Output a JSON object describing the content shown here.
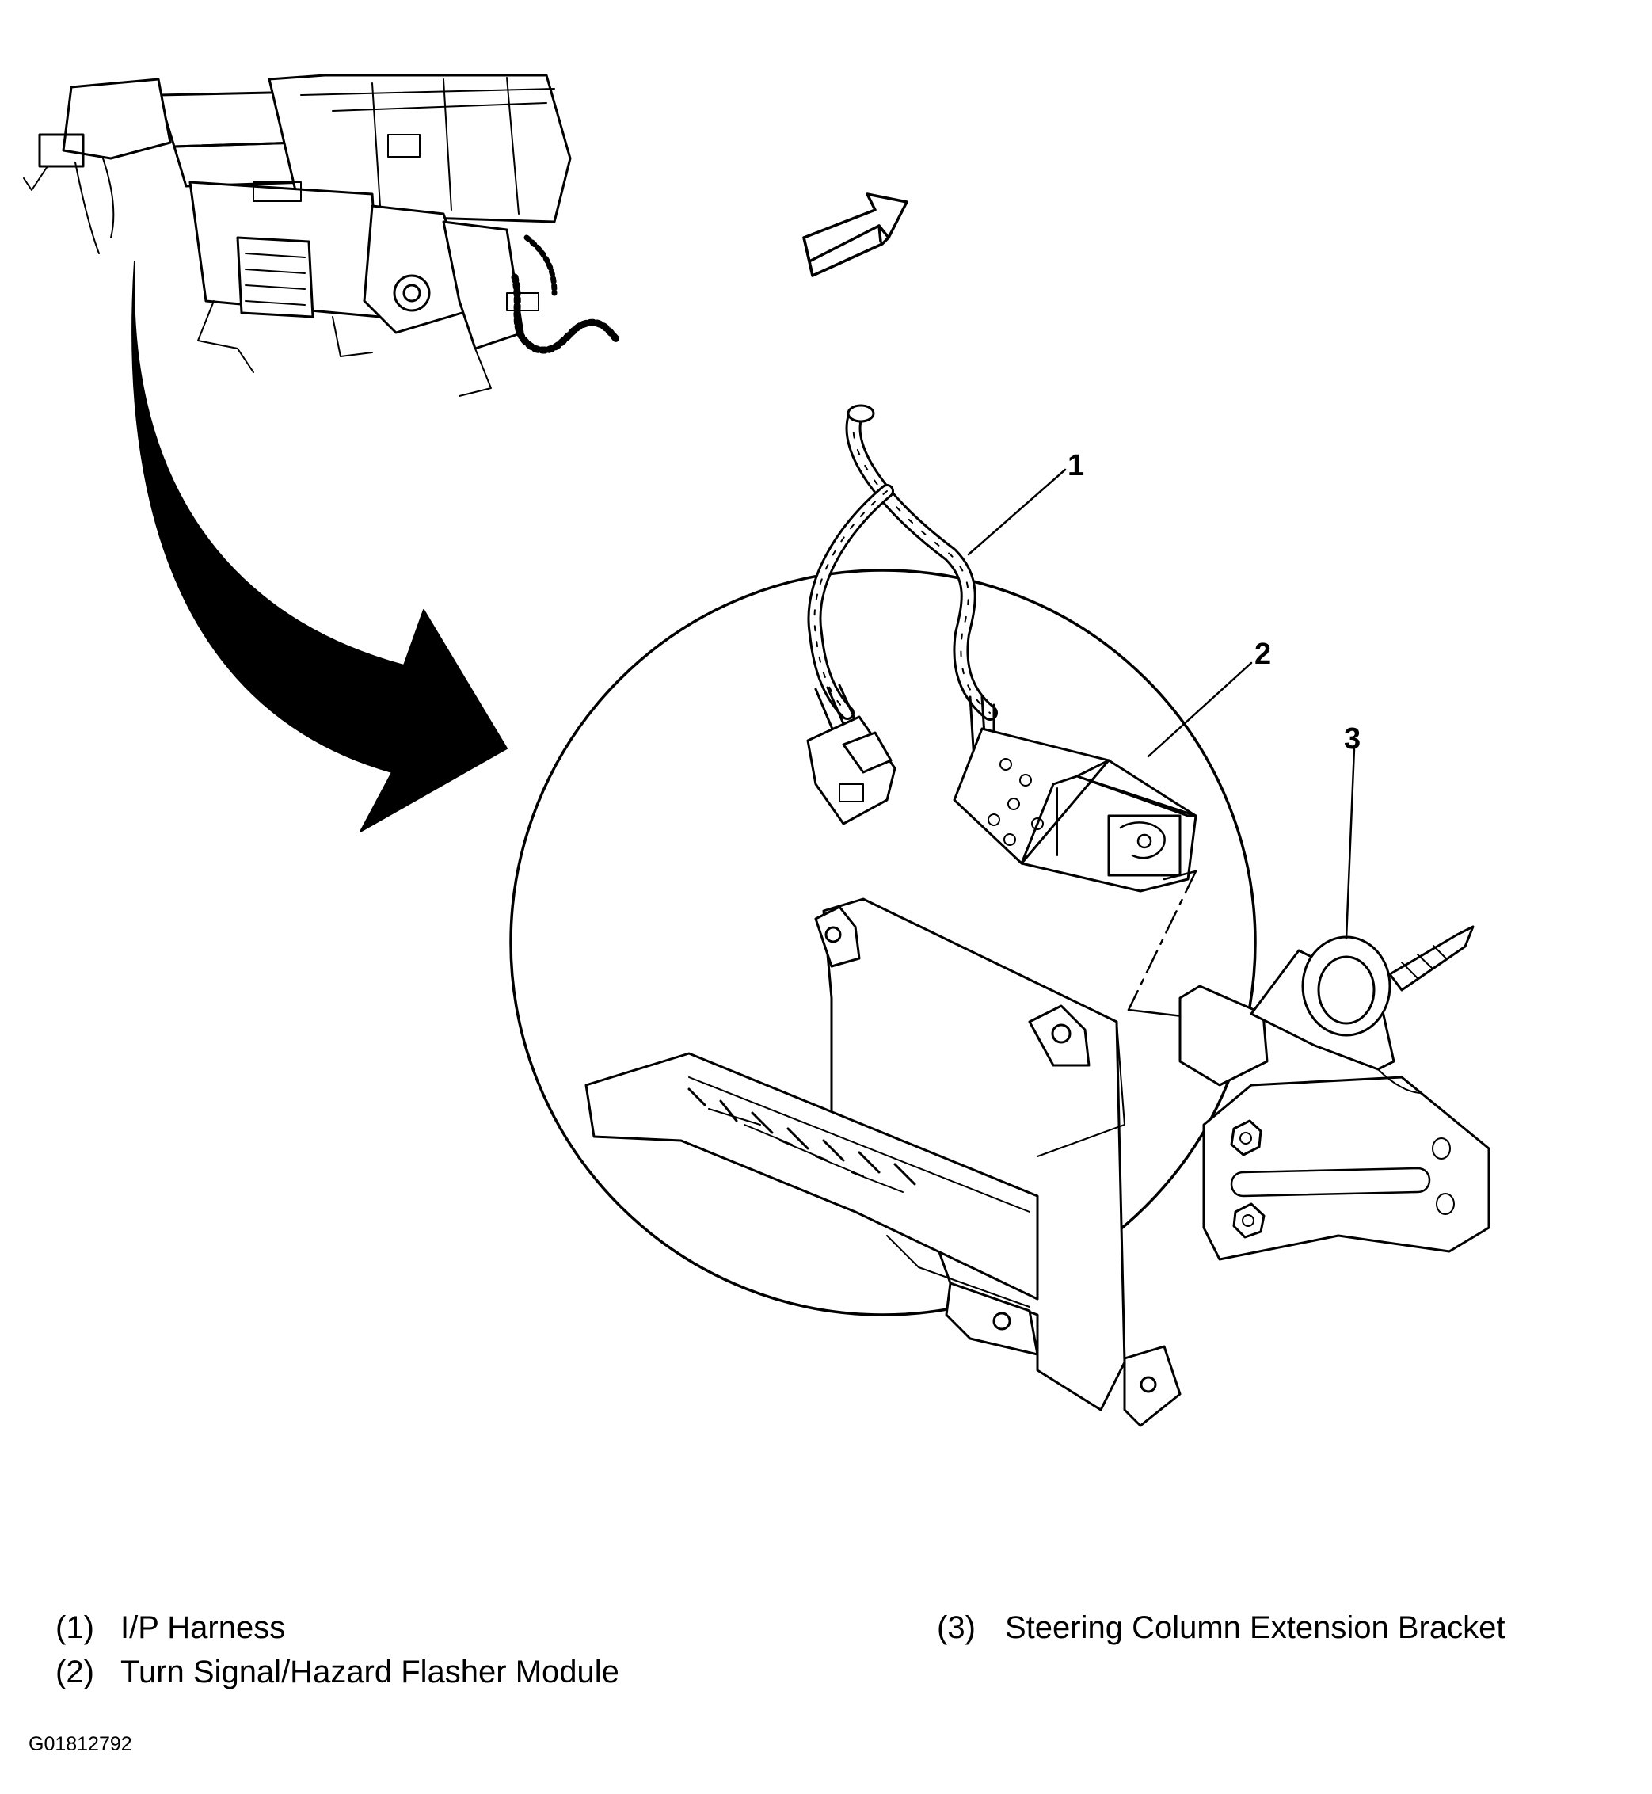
{
  "callouts": [
    {
      "id": "1"
    },
    {
      "id": "2"
    },
    {
      "id": "3"
    }
  ],
  "legend": [
    {
      "num": "(1)",
      "label": "I/P Harness"
    },
    {
      "num": "(2)",
      "label": "Turn Signal/Hazard Flasher Module"
    },
    {
      "num": "(3)",
      "label": "Steering Column Extension Bracket"
    }
  ],
  "figure_id": "G01812792",
  "colors": {
    "ink": "#000000",
    "paper": "#ffffff"
  }
}
